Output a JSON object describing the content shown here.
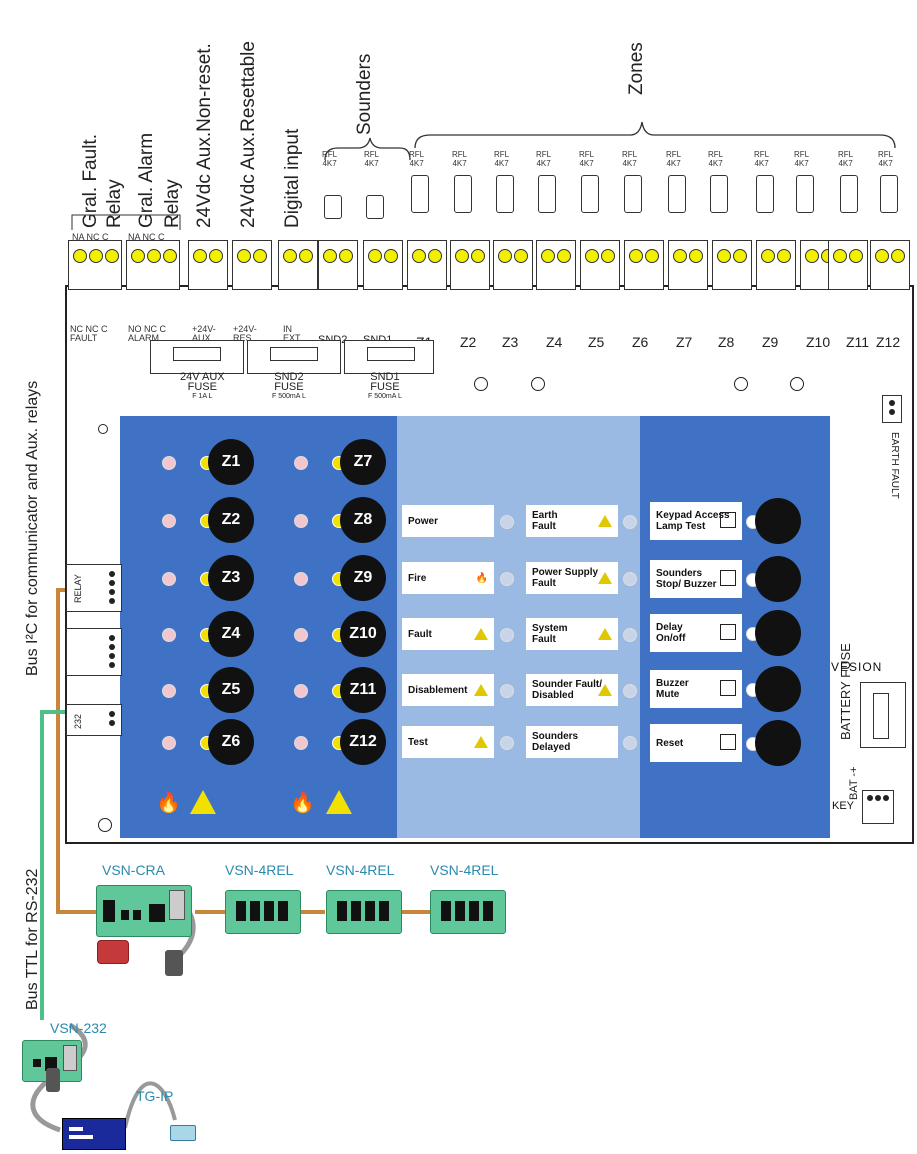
{
  "top_labels": {
    "fault_relay_line1": "Gral. Fault.",
    "fault_relay_line2": "Relay",
    "alarm_relay_line1": "Gral. Alarm",
    "alarm_relay_line2": "Relay",
    "aux_nonreset": "24Vdc Aux.Non-reset.",
    "aux_resettable": "24Vdc Aux.Resettable",
    "digital_input": "Digital input",
    "sounders": "Sounders",
    "zones": "Zones"
  },
  "relay_contacts": {
    "fault": "NA NC C",
    "alarm": "NA NC C"
  },
  "rfl": {
    "line1": "RFL",
    "line2": "4K7"
  },
  "board_labels": {
    "fault": "NC NC C\nFAULT",
    "alarm": "NO NC C\nALARM",
    "aux": "+24V-\nAUX",
    "res": "+24V-\nRES",
    "ext": "IN\nEXT",
    "snd2": "SND2",
    "snd1": "SND1",
    "zones": [
      "Z1",
      "Z2",
      "Z3",
      "Z4",
      "Z5",
      "Z6",
      "Z7",
      "Z8",
      "Z9",
      "Z10",
      "Z11",
      "Z12"
    ]
  },
  "fuses": {
    "aux": {
      "line1": "24V AUX",
      "line2": "FUSE",
      "line3": "F 1A L"
    },
    "snd2": {
      "line1": "SND2",
      "line2": "FUSE",
      "line3": "F 500mA L"
    },
    "snd1": {
      "line1": "SND1",
      "line2": "FUSE",
      "line3": "F 500mA L"
    }
  },
  "earth_fault": "EARTH FAULT",
  "battery": {
    "brand": "VESION",
    "label": "BATTERY FUSE",
    "bat": "BAT -+",
    "key": "KEY"
  },
  "zone_buttons": [
    "Z1",
    "Z2",
    "Z3",
    "Z4",
    "Z5",
    "Z6",
    "Z7",
    "Z8",
    "Z9",
    "Z10",
    "Z11",
    "Z12"
  ],
  "status_col1": [
    "Power",
    "Fire",
    "Fault",
    "Disablement",
    "Test"
  ],
  "status_col2": [
    {
      "line1": "Earth",
      "line2": "Fault"
    },
    {
      "line1": "Power Supply",
      "line2": "Fault"
    },
    {
      "line1": "System",
      "line2": "Fault"
    },
    {
      "line1": "Sounder Fault/",
      "line2": "Disabled"
    },
    {
      "line1": "Sounders",
      "line2": "Delayed"
    }
  ],
  "keys": [
    {
      "line1": "Keypad Access",
      "line2": "Lamp Test"
    },
    {
      "line1": "Sounders",
      "line2": "Stop/ Buzzer"
    },
    {
      "line1": "Delay",
      "line2": "On/off"
    },
    {
      "line1": "Buzzer",
      "line2": "Mute"
    },
    {
      "line1": "Reset",
      "line2": ""
    }
  ],
  "side_labels": {
    "i2c": "Bus I²C for communicator and Aux. relays",
    "ttl": "Bus TTL for RS-232"
  },
  "modules": {
    "cra": "VSN-CRA",
    "rel1": "VSN-4REL",
    "rel2": "VSN-4REL",
    "rel3": "VSN-4REL",
    "rs232": "VSN-232",
    "tgip": "TG-IP"
  },
  "connectors": {
    "relay": "RELAY",
    "rs232": "232"
  },
  "colors": {
    "panel_blue": "#3f72c4",
    "panel_light": "#9ab9e3",
    "module_green": "#5fc79a",
    "bus_i2c": "#c8863a",
    "bus_ttl": "#4fbf8a",
    "led_yellow": "#f2e000"
  }
}
